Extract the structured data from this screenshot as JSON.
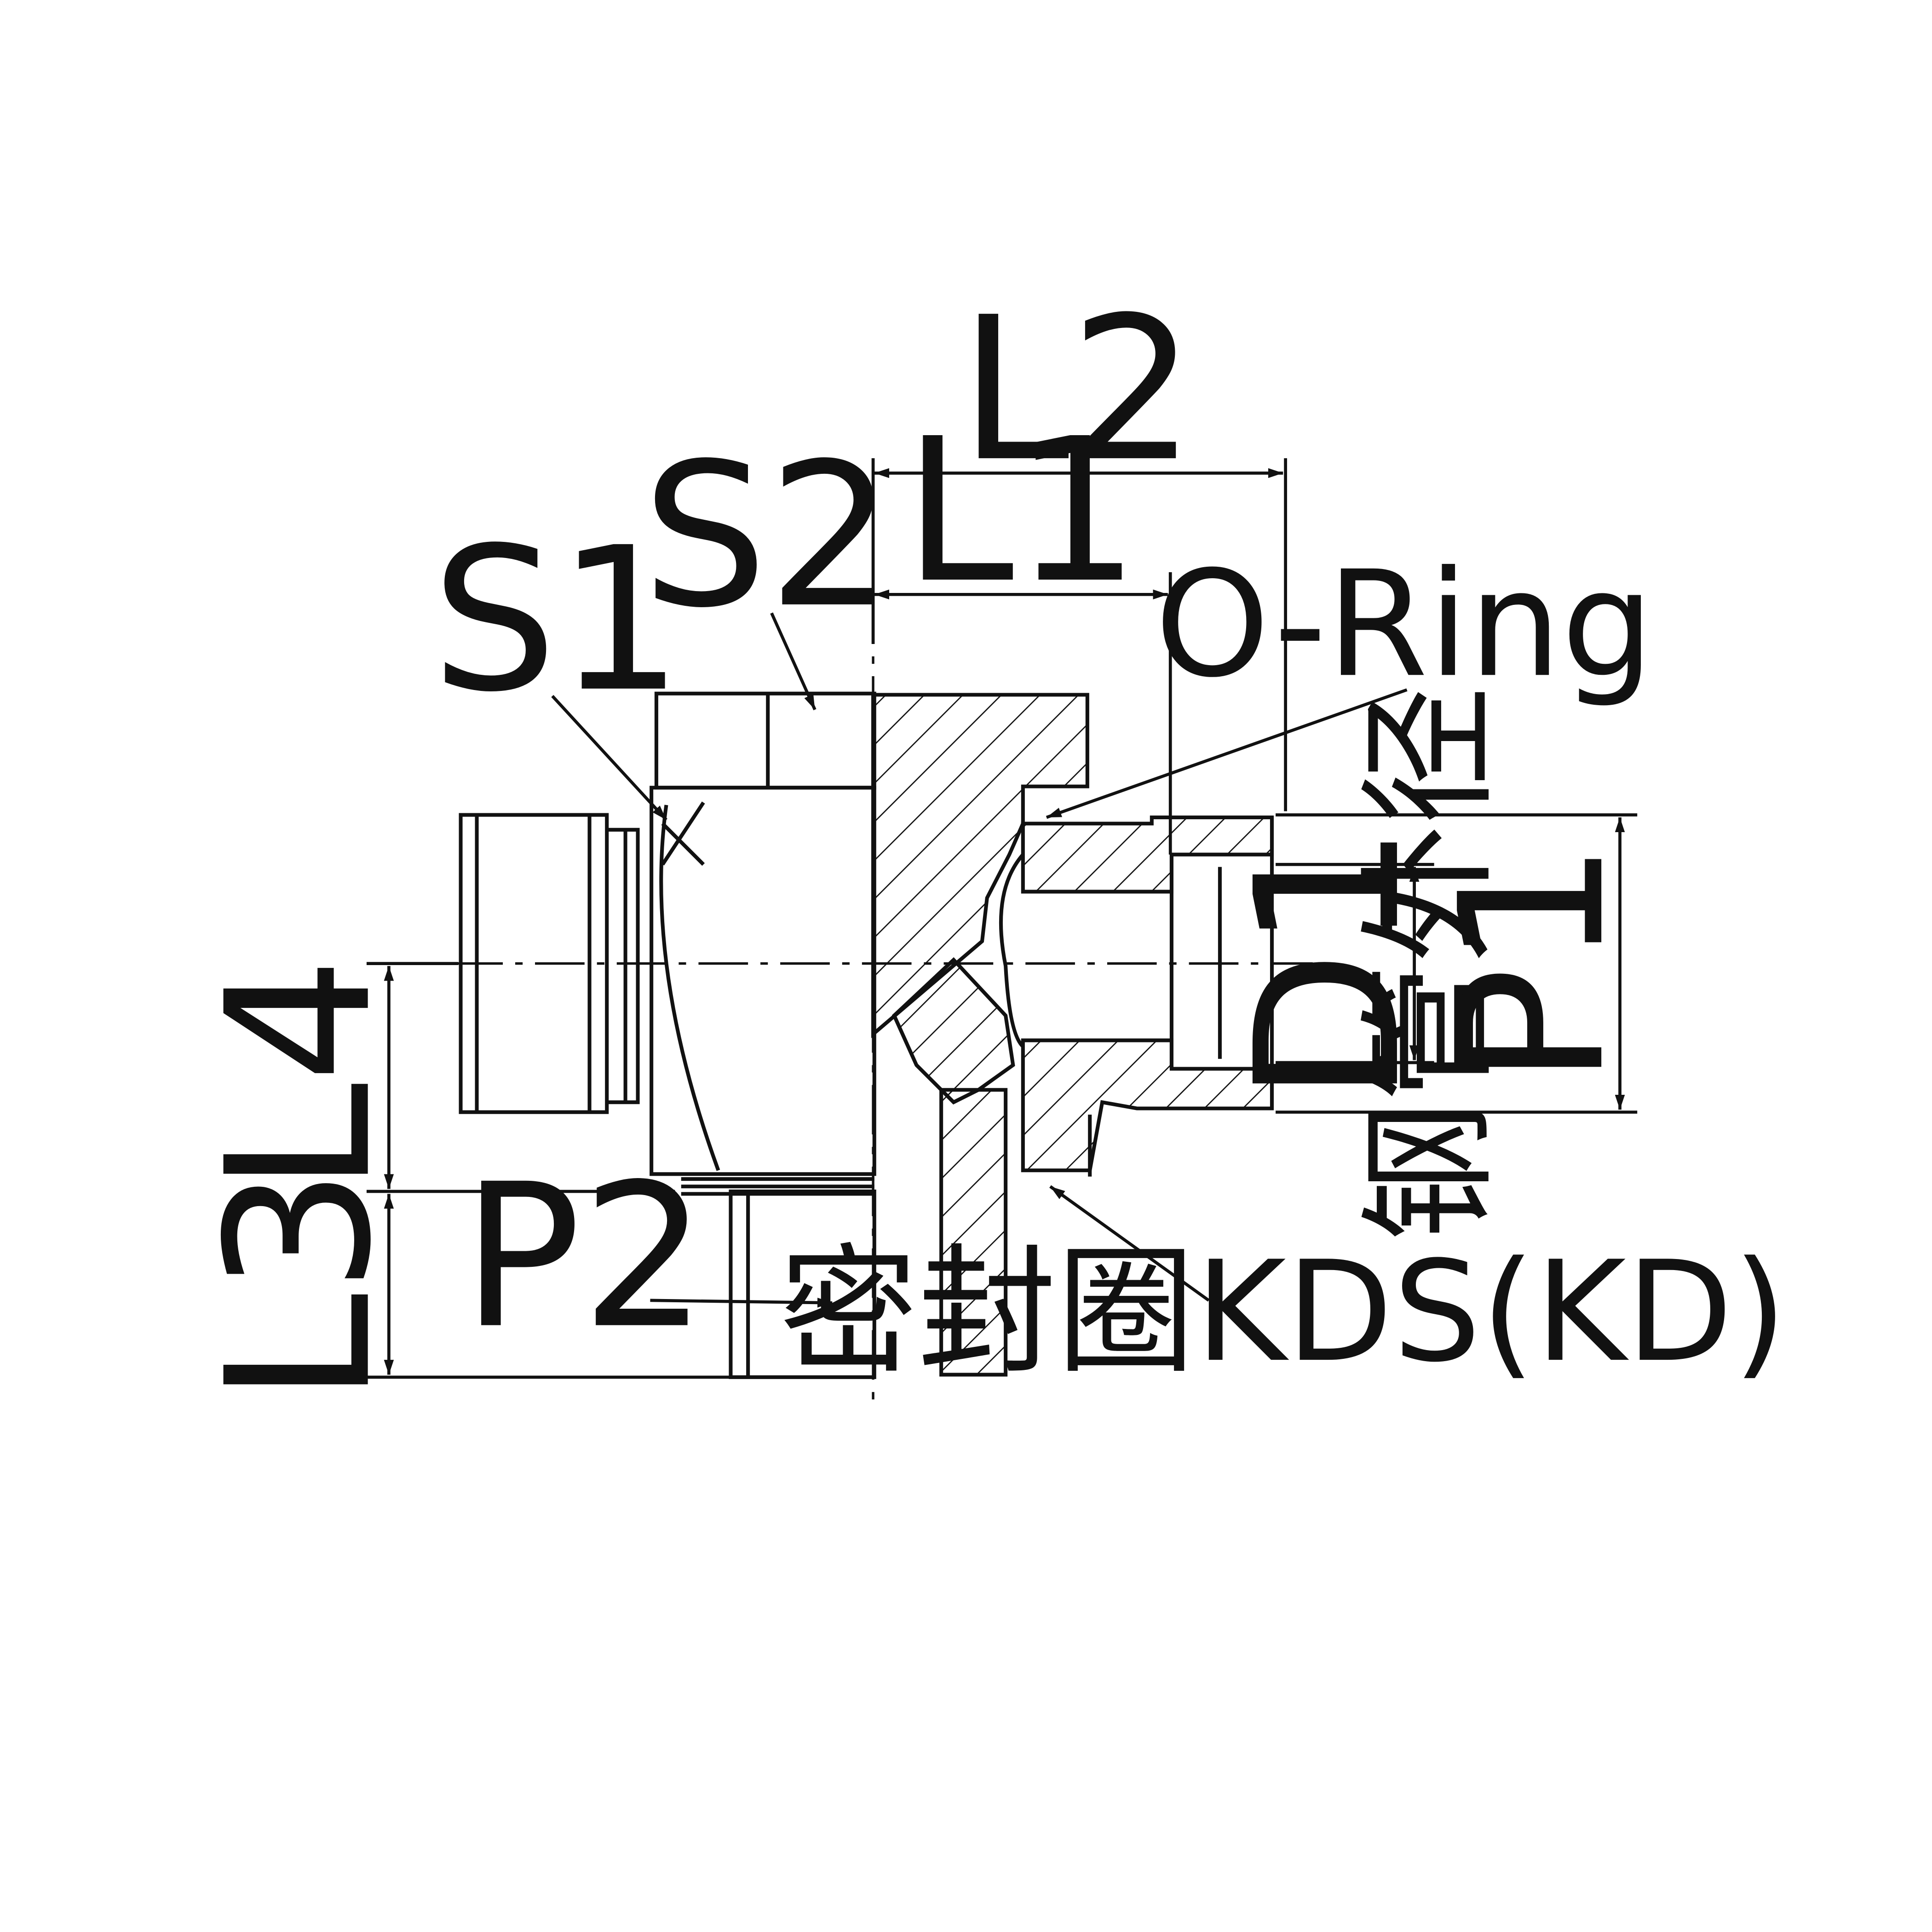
{
  "labels": {
    "l2": "L2",
    "l1": "L1",
    "s2": "S2",
    "s1": "S1",
    "o_ring": "O-Ring",
    "l4": "L4",
    "l3": "L3",
    "p2": "P2",
    "d1": "D1",
    "tube_od": "钢管外径",
    "p1": "P1",
    "seal": "密封圈KDS(KD)"
  },
  "colors": {
    "line": "#111111",
    "background": "#ffffff"
  }
}
